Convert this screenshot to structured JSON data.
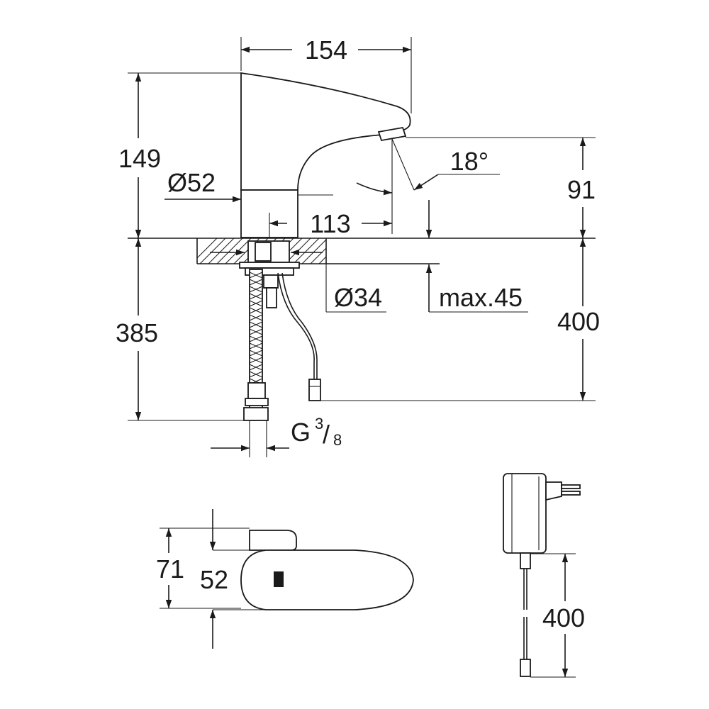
{
  "dimensions": {
    "width_top": "154",
    "height_total": "149",
    "diameter_base": "Ø52",
    "height_spout": "91",
    "angle": "18°",
    "reach": "113",
    "diameter_hole": "Ø34",
    "max_thickness": "max.45",
    "hose_length": "385",
    "cable_length": "400",
    "thread_main": "G",
    "thread_num": "3",
    "thread_den": "8",
    "top_depth": "71",
    "top_width": "52",
    "adapter_cable": "400"
  }
}
